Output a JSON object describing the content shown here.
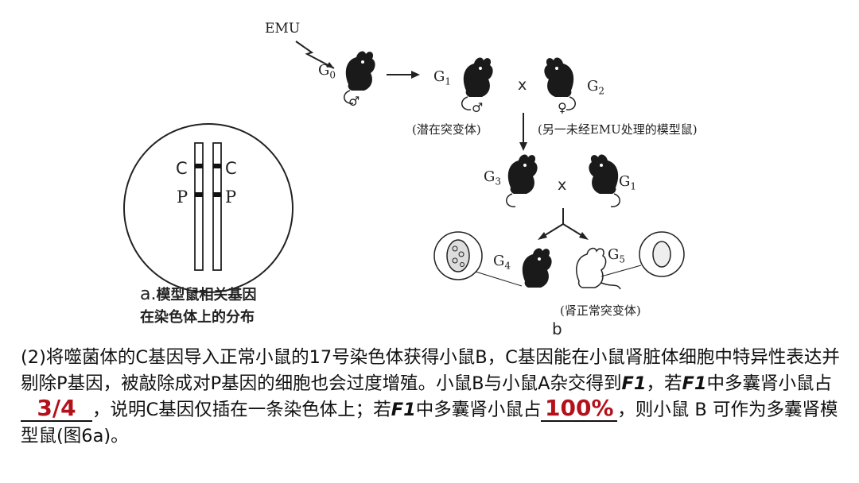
{
  "figure_a": {
    "gene_c_left": "C",
    "gene_p_left": "P",
    "gene_c_right": "C",
    "gene_p_right": "P",
    "caption_prefix": "a.",
    "caption_line1": "模型鼠相关基因",
    "caption_line2": "在染色体上的分布"
  },
  "figure_b": {
    "mutagen": "EMU",
    "g0": "G",
    "g0_sub": "0",
    "g1": "G",
    "g1_sub": "1",
    "g2": "G",
    "g2_sub": "2",
    "g3": "G",
    "g3_sub": "3",
    "g1b": "G",
    "g1b_sub": "1",
    "g4": "G",
    "g4_sub": "4",
    "g5": "G",
    "g5_sub": "5",
    "cross1": "x",
    "cross2": "x",
    "male": "♂",
    "female": "♀",
    "g1_note": "(潜在突变体)",
    "g2_note": "(另一未经EMU处理的模型鼠)",
    "g5_note": "(肾正常突变体)",
    "caption": "b"
  },
  "question": {
    "p1": "(2)将噬菌体的C基因导入正常小鼠的17号染色体获得小鼠B，C基因能在小鼠肾脏体细胞中特异性表达并剔除P基因，被敲除成对P基因的细胞也会过度增殖。小鼠B与小鼠A杂交得到",
    "f1_a": "F1",
    "p2": "，若",
    "f1_b": "F1",
    "p3": "中多囊肾小鼠占",
    "answer1": "3/4",
    "p4": "，说明C基因仅插在一条染色体上；若",
    "f1_c": "F1",
    "p5": "中多囊肾小鼠占",
    "answer2": "100%",
    "p6": "，则小鼠 B 可作为多囊肾模型鼠(图6a)。"
  },
  "colors": {
    "answer": "#b3121c",
    "mouse": "#1a1a1a"
  }
}
